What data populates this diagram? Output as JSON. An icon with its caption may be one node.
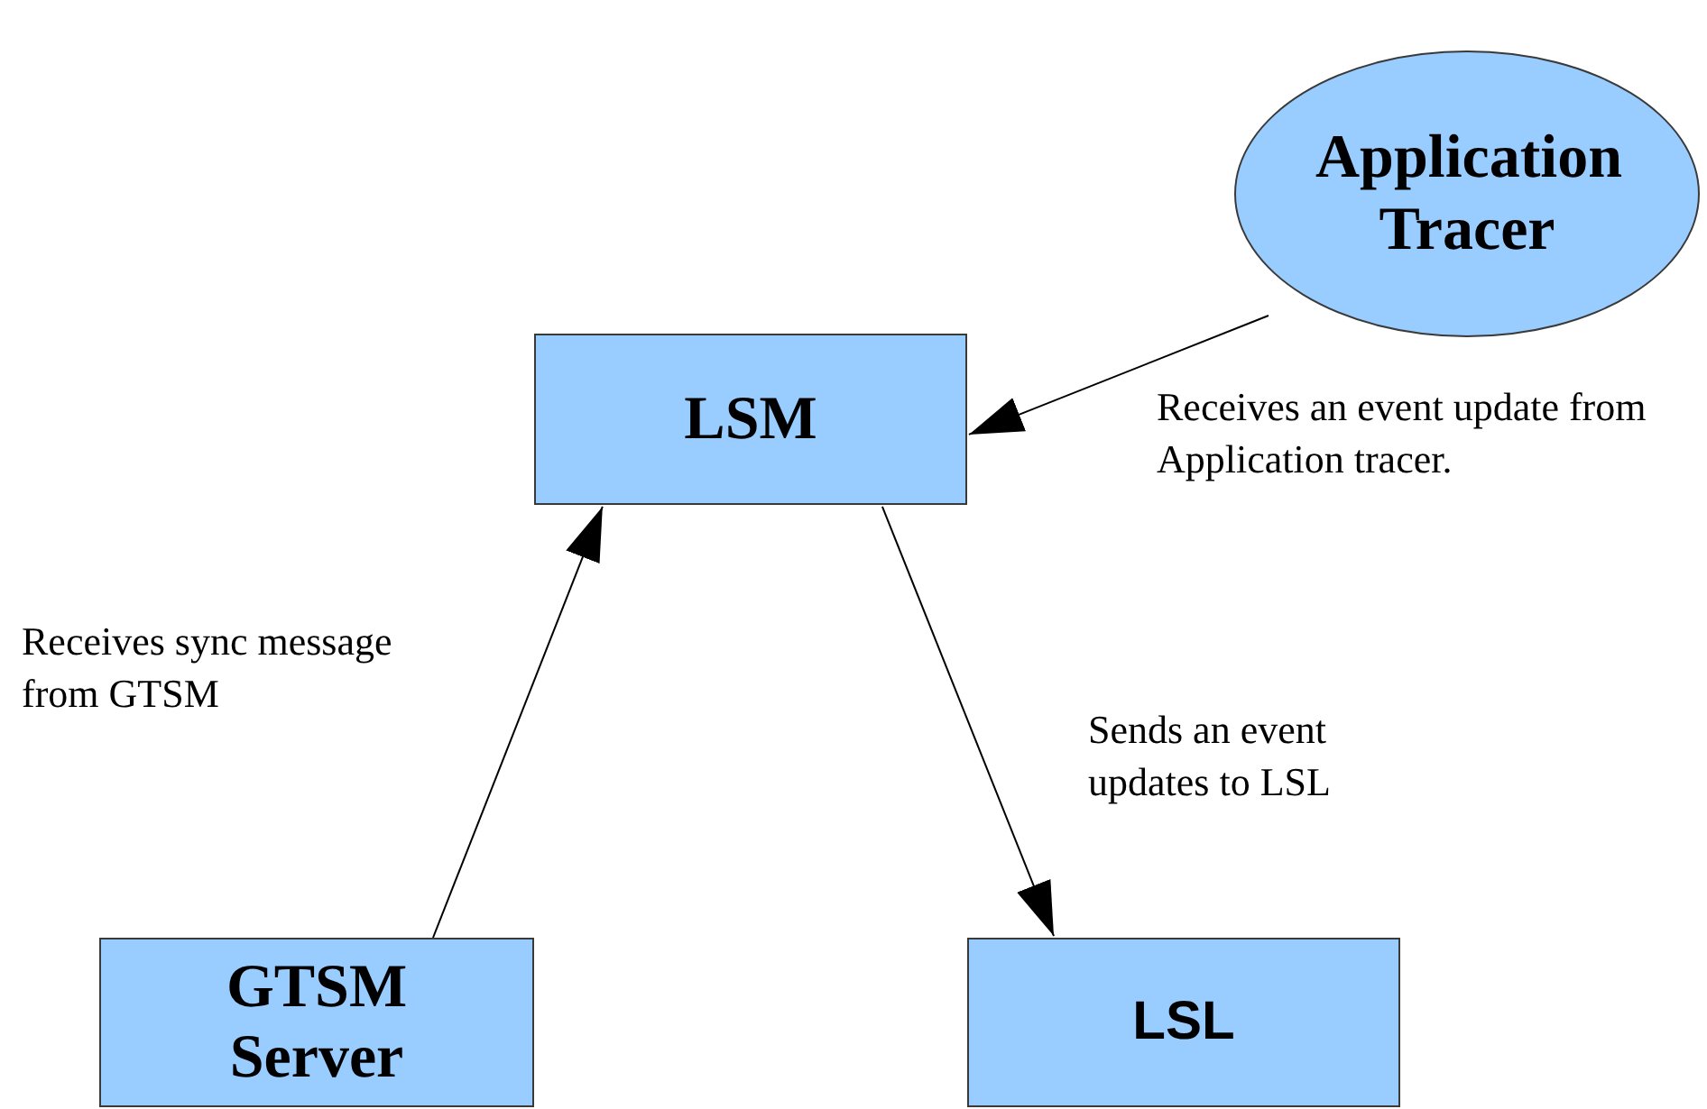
{
  "diagram": {
    "nodes": [
      {
        "text": [
          "Application Tracer"
        ]
      },
      {
        "text": [
          "LSM"
        ]
      },
      {
        "text": [
          "GTSM Server"
        ]
      },
      {
        "text": [
          "LSL"
        ]
      }
    ],
    "edges": [
      {
        "from": 0,
        "to": 1,
        "arrow": "to",
        "label": "Receives an event update from Application tracer."
      },
      {
        "from": 2,
        "to": 1,
        "arrow": "to",
        "label": "Receives sync message from GTSM"
      },
      {
        "from": 1,
        "to": 3,
        "arrow": "to",
        "label": "Sends an event updates to LSL"
      }
    ]
  }
}
